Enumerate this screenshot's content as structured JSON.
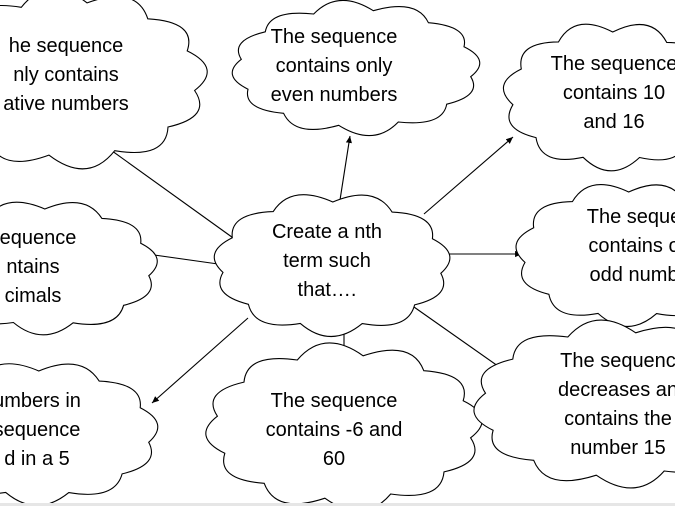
{
  "center": {
    "lines": [
      "Create a nth",
      "term such",
      "that…."
    ]
  },
  "clouds": [
    {
      "id": "positive",
      "lines": [
        "he sequence",
        "nly contains",
        "ative numbers"
      ]
    },
    {
      "id": "even",
      "lines": [
        "The sequence",
        "contains only",
        "even numbers"
      ]
    },
    {
      "id": "contains-10-16",
      "lines": [
        "The sequence",
        "contains 10",
        "and 16"
      ]
    },
    {
      "id": "decimals",
      "lines": [
        "sequence",
        "ntains",
        "cimals"
      ]
    },
    {
      "id": "odd",
      "lines": [
        "The seque",
        "contains o",
        "odd numb"
      ]
    },
    {
      "id": "end-in-5",
      "lines": [
        "umbers in",
        "sequence",
        "d in a 5"
      ]
    },
    {
      "id": "contains-minus6-60",
      "lines": [
        "The sequence",
        "contains -6 and",
        "60"
      ]
    },
    {
      "id": "decreases-15",
      "lines": [
        "The sequenc",
        "decreases an",
        "contains the",
        "number 15"
      ]
    }
  ],
  "colors": {
    "background": "#e6e6e6",
    "slide": "#ffffff",
    "outline": "#000000",
    "text": "#000000"
  }
}
